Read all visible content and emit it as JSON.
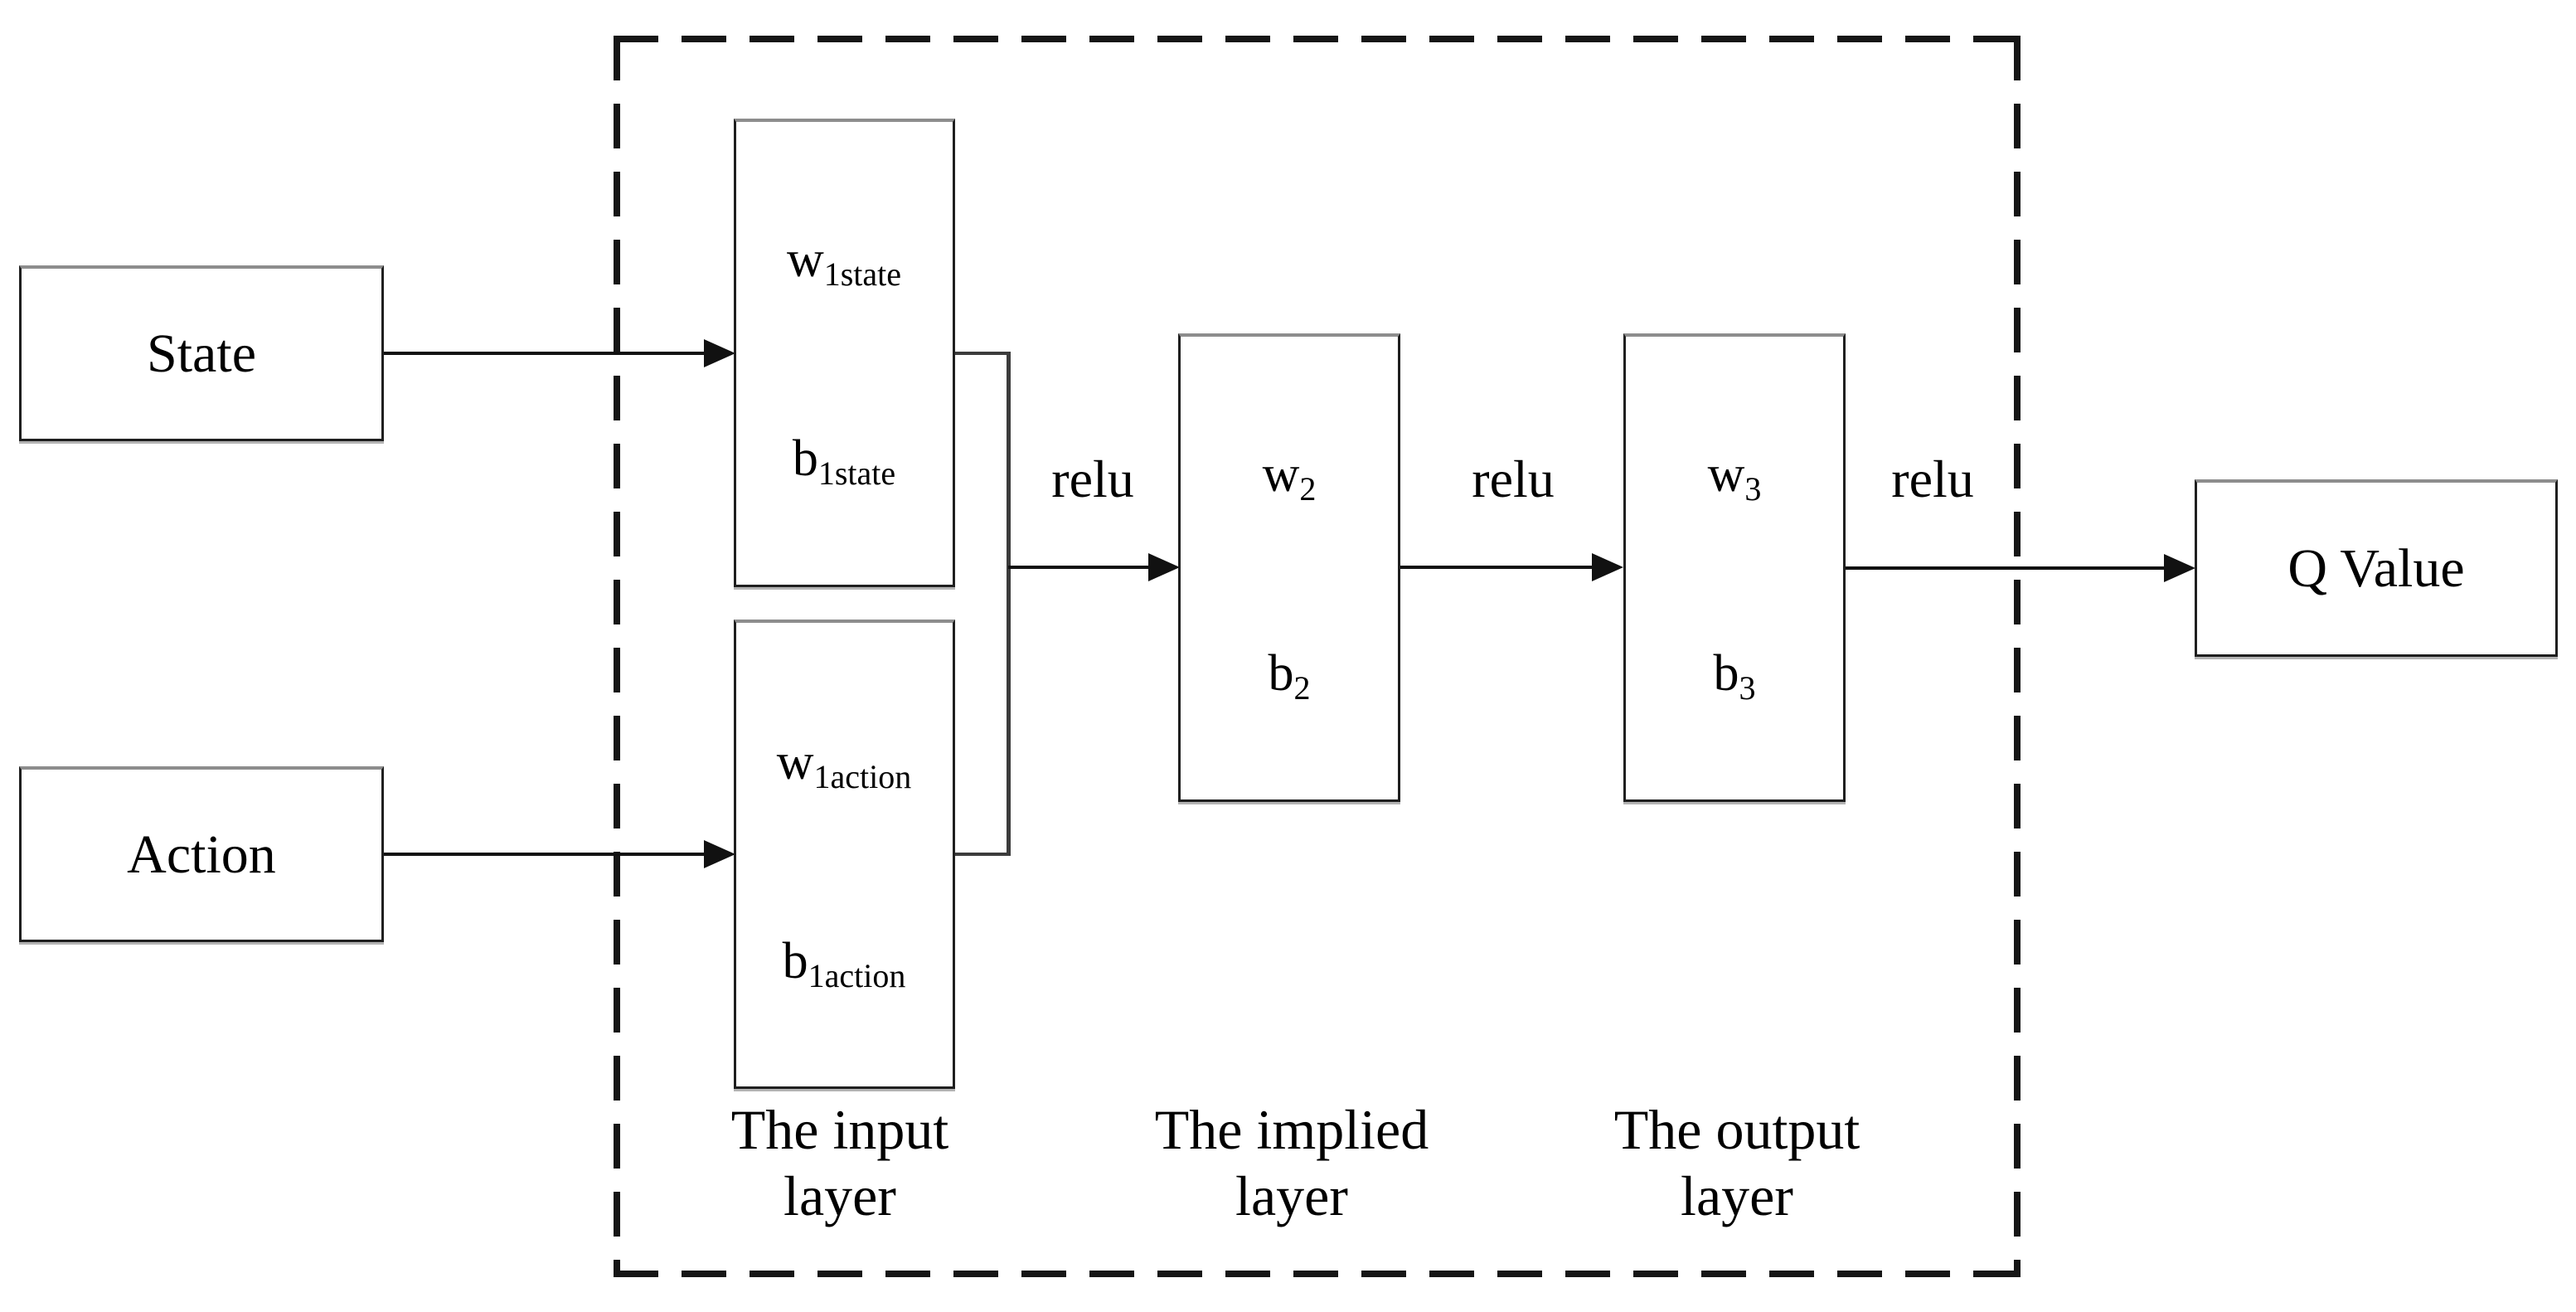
{
  "diagram": {
    "nodes": {
      "state": "State",
      "action": "Action",
      "q_value": "Q Value"
    },
    "activations": [
      "relu",
      "relu",
      "relu"
    ],
    "layers": [
      {
        "caption": [
          "The input",
          "layer"
        ],
        "units": [
          {
            "w": "w",
            "w_sub": "1state",
            "b": "b",
            "b_sub": "1state"
          },
          {
            "w": "w",
            "w_sub": "1action",
            "b": "b",
            "b_sub": "1action"
          }
        ]
      },
      {
        "caption": [
          "The implied",
          "layer"
        ],
        "units": [
          {
            "w": "w",
            "w_sub": "2",
            "b": "b",
            "b_sub": "2"
          }
        ]
      },
      {
        "caption": [
          "The output",
          "layer"
        ],
        "units": [
          {
            "w": "w",
            "w_sub": "3",
            "b": "b",
            "b_sub": "3"
          }
        ]
      }
    ],
    "colors": {
      "line": "#111111",
      "text": "#000000",
      "background": "#ffffff"
    }
  }
}
